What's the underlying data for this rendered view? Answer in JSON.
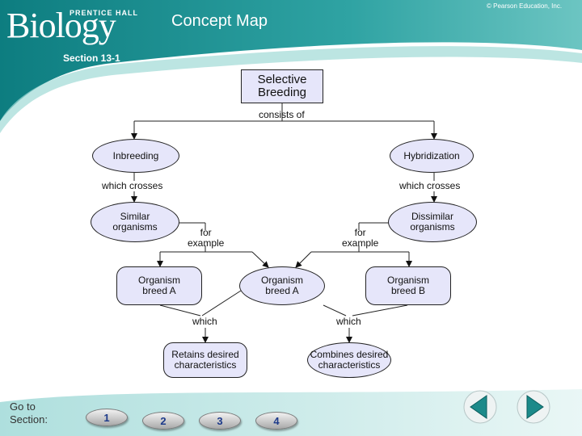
{
  "header": {
    "logo_small": "PRENTICE HALL",
    "logo_big": "Biology",
    "title": "Concept Map",
    "copyright": "© Pearson Education, Inc.",
    "section": "Section 13-1"
  },
  "diagram": {
    "root": "Selective\nBreeding",
    "consists_of": "consists of",
    "inbreeding": "Inbreeding",
    "hybridization": "Hybridization",
    "which_crosses_left": "which crosses",
    "which_crosses_right": "which crosses",
    "similar": "Similar\norganisms",
    "dissimilar": "Dissimilar\norganisms",
    "for_example_left": "for\nexample",
    "for_example_right": "for\nexample",
    "organism_a_left": "Organism\nbreed A",
    "organism_a_mid": "Organism\nbreed A",
    "organism_b": "Organism\nbreed B",
    "which_left": "which",
    "which_right": "which",
    "retains": "Retains desired\ncharacteristics",
    "combines": "Combines desired\ncharacteristics"
  },
  "footer": {
    "goto": "Go to\nSection:",
    "buttons": [
      "1",
      "2",
      "3",
      "4"
    ]
  },
  "colors": {
    "teal": "#1c8a8a",
    "node_fill": "#e6e6fa",
    "button_blue": "#1d3a8a"
  },
  "icons": {
    "prev": "back-arrow-icon",
    "next": "forward-arrow-icon"
  }
}
